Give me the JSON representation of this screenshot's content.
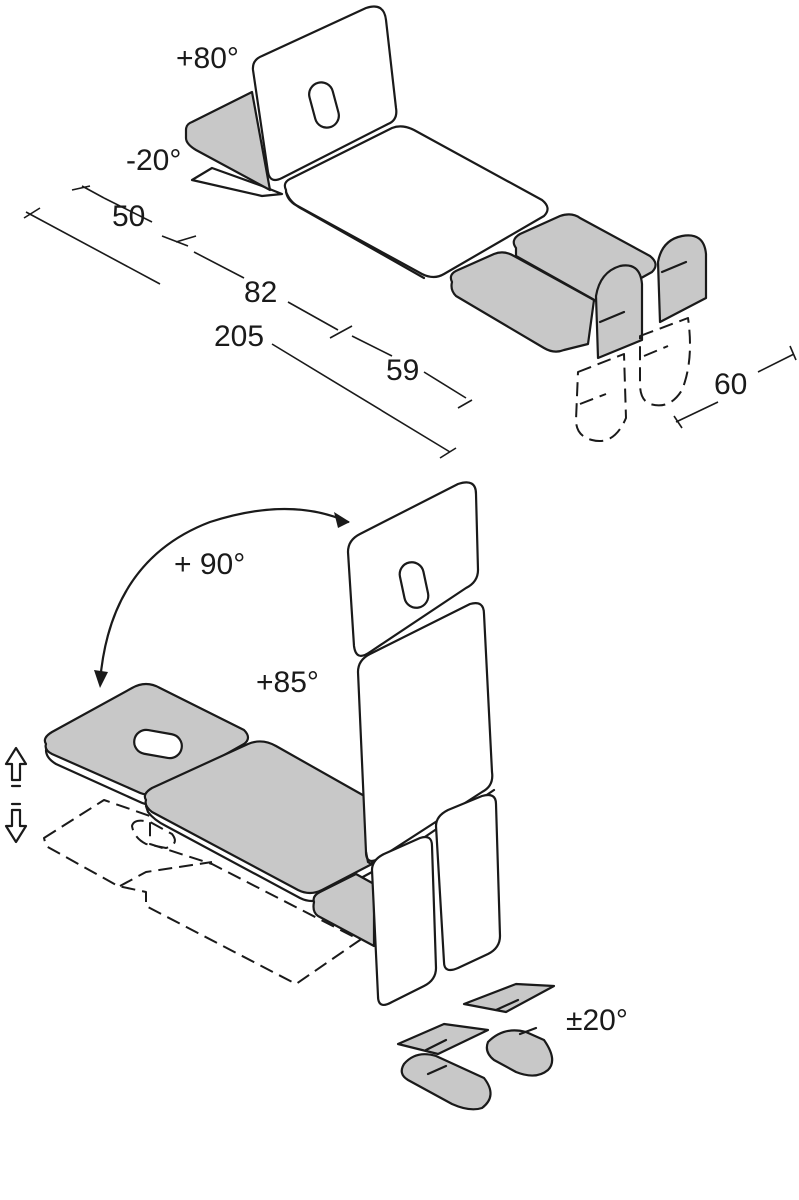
{
  "diagram": {
    "top_view": {
      "angles": {
        "head_up": "+80°",
        "head_down": "-20°"
      },
      "dimensions": {
        "head_section": "50",
        "seat_section": "82",
        "total_length": "205",
        "leg_section": "59",
        "width": "60"
      }
    },
    "bottom_view": {
      "angles": {
        "back_rotation": "+ 90°",
        "seat_tilt": "+85°",
        "foot_tilt": "±20°"
      },
      "icons": [
        "arrow-up-icon",
        "arrow-down-icon"
      ]
    }
  }
}
